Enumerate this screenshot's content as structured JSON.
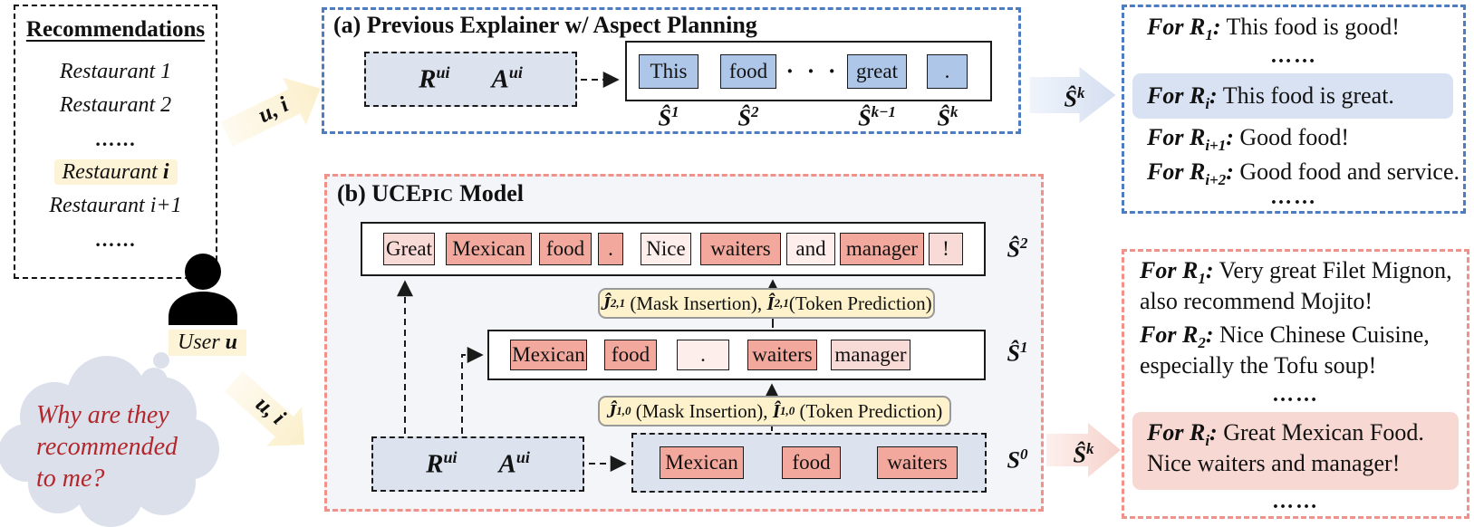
{
  "colon": ":",
  "ellipsis_line": "……",
  "colors": {
    "blue_dash": "#4d7cc1",
    "red_dash": "#f0918a",
    "token_blue": "#aec6e8",
    "token_salmon": "#f2a89d",
    "token_pink": "#f8dad6",
    "token_pale": "#fdeeec",
    "highlight_blue": "#d9e2f3",
    "highlight_pink": "#f8d8d2",
    "highlight_yellow": "#fdf3d6",
    "op_yellow": "#fdf2cb",
    "panel_b_bg": "#f4f5f8",
    "input_box_bg": "#dce3ee",
    "cloud": "#dbe0ea",
    "thought_text": "#b3262c"
  },
  "recommendations": {
    "title": "Recommendations",
    "item1": "Restaurant 1",
    "item2": "Restaurant 2",
    "dots1": "……",
    "item_i_text": "Restaurant ",
    "item_i_bold": "i",
    "item_next": "Restaurant i+1",
    "dots2": "……"
  },
  "user_label": {
    "prefix": "User ",
    "bold": "u"
  },
  "thought": {
    "line1": "Why are they",
    "line2": "recommended",
    "line3": "to me?"
  },
  "ui_arrow_label": "u, i",
  "sk": {
    "base": "Ŝ",
    "sup": "k"
  },
  "panel_a": {
    "title": "(a) Previous Explainer w/ Aspect Planning",
    "r": {
      "base": "R",
      "sup": "ui"
    },
    "a": {
      "base": "A",
      "sup": "ui"
    },
    "tokens": [
      {
        "text": "This",
        "shade": "blue"
      },
      {
        "text": "food",
        "shade": "blue"
      },
      {
        "text": "great",
        "shade": "blue"
      },
      {
        "text": ".",
        "shade": "blue"
      }
    ],
    "ellipsis": "· · ·",
    "step_labels": [
      {
        "base": "Ŝ",
        "sup": "1"
      },
      {
        "base": "Ŝ",
        "sup": "2"
      },
      {
        "base": "Ŝ",
        "sup": "k−1"
      },
      {
        "base": "Ŝ",
        "sup": "k"
      }
    ]
  },
  "panel_b": {
    "title": {
      "pre": "(b) UCE",
      "sc": "PIC",
      "post": " Model"
    },
    "s2": {
      "label": {
        "base": "Ŝ",
        "sup": "2"
      },
      "tokens": [
        {
          "text": "Great",
          "shade": "pink"
        },
        {
          "text": "Mexican",
          "shade": "salmon"
        },
        {
          "text": "food",
          "shade": "salmon"
        },
        {
          "text": ".",
          "shade": "salmon"
        },
        {
          "text": "Nice",
          "shade": "pale"
        },
        {
          "text": "waiters",
          "shade": "salmon"
        },
        {
          "text": "and",
          "shade": "pale"
        },
        {
          "text": "manager",
          "shade": "salmon"
        },
        {
          "text": "!",
          "shade": "pink"
        }
      ]
    },
    "op21": {
      "j": "Ĵ",
      "j_sup": "2,1",
      "mid": " (Mask Insertion), ",
      "i": "Î",
      "i_sup": "2,1",
      "tail": "(Token Prediction)"
    },
    "s1": {
      "label": {
        "base": "Ŝ",
        "sup": "1"
      },
      "tokens": [
        {
          "text": "Mexican",
          "shade": "salmon"
        },
        {
          "text": "food",
          "shade": "salmon"
        },
        {
          "text": ".",
          "shade": "pale"
        },
        {
          "text": "waiters",
          "shade": "salmon"
        },
        {
          "text": "manager",
          "shade": "pink"
        }
      ]
    },
    "op10": {
      "j": "Ĵ",
      "j_sup": "1,0",
      "mid": " (Mask Insertion), ",
      "i": "Î",
      "i_sup": "1,0",
      "tail": " (Token Prediction)"
    },
    "r": {
      "base": "R",
      "sup": "ui"
    },
    "a": {
      "base": "A",
      "sup": "ui"
    },
    "s0": {
      "label": {
        "base": "S",
        "sup": "0"
      },
      "tokens": [
        {
          "text": "Mexican",
          "shade": "salmon"
        },
        {
          "text": "food",
          "shade": "salmon"
        },
        {
          "text": "waiters",
          "shade": "salmon"
        }
      ]
    }
  },
  "output_a": {
    "l1": {
      "f": "For R",
      "s": "1",
      "t": " This food is good!"
    },
    "hl": {
      "f": "For R",
      "s": "i",
      "t": " This food is great."
    },
    "l3": {
      "f": "For R",
      "s": "i+1",
      "t": " Good food!"
    },
    "l4": {
      "f": "For R",
      "s": "i+2",
      "t": " Good food and service."
    }
  },
  "output_b": {
    "e1a": {
      "f": "For R",
      "s": "1",
      "t": " Very great Filet Mignon,"
    },
    "e1b": "also recommend Mojito!",
    "e2a": {
      "f": "For R",
      "s": "2",
      "t": " Nice Chinese Cuisine,"
    },
    "e2b": "especially the Tofu soup!",
    "hla": {
      "f": "For R",
      "s": "i",
      "t": " Great Mexican Food."
    },
    "hlb": "Nice waiters and manager!"
  }
}
